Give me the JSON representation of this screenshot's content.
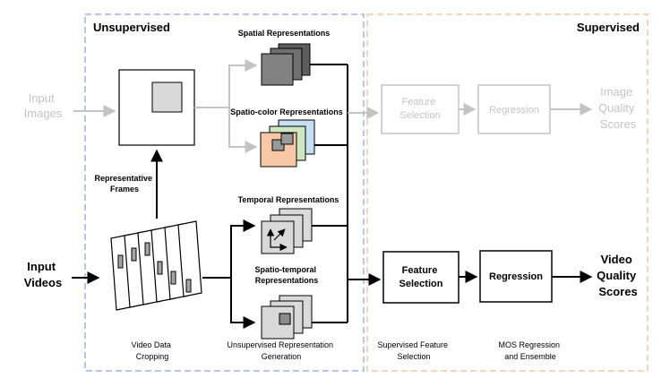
{
  "regions": {
    "unsupervised": "Unsupervised",
    "supervised": "Supervised"
  },
  "inputs": {
    "images": [
      "Input",
      "Images"
    ],
    "videos": [
      "Input",
      "Videos"
    ]
  },
  "representative_frames": [
    "Representative",
    "Frames"
  ],
  "representations": {
    "spatial": "Spatial Representations",
    "spatio_color": "Spatio-color Representations",
    "temporal": "Temporal Representations",
    "spatio_temporal": [
      "Spatio-temporal",
      "Representations"
    ]
  },
  "image_branch": {
    "feature_selection": [
      "Feature",
      "Selection"
    ],
    "regression": "Regression",
    "output": [
      "Image",
      "Quality",
      "Scores"
    ]
  },
  "video_branch": {
    "feature_selection": [
      "Feature",
      "Selection"
    ],
    "regression": "Regression",
    "output": [
      "Video",
      "Quality",
      "Scores"
    ]
  },
  "stage_captions": {
    "cropping": [
      "Video Data",
      "Cropping"
    ],
    "generation": [
      "Unsupervised Representation",
      "Generation"
    ],
    "supervised_fs": [
      "Supervised Feature",
      "Selection"
    ],
    "mos": [
      "MOS Regression",
      "and Ensemble"
    ]
  },
  "colors": {
    "unsupervised_border": "#9fb3df",
    "supervised_border": "#f2c9a6",
    "grey_path": "#c3c3c3",
    "spatio_color_back": "#c6dff2",
    "spatio_color_mid": "#cfe6c2",
    "spatio_color_front": "#f6c8a6"
  }
}
